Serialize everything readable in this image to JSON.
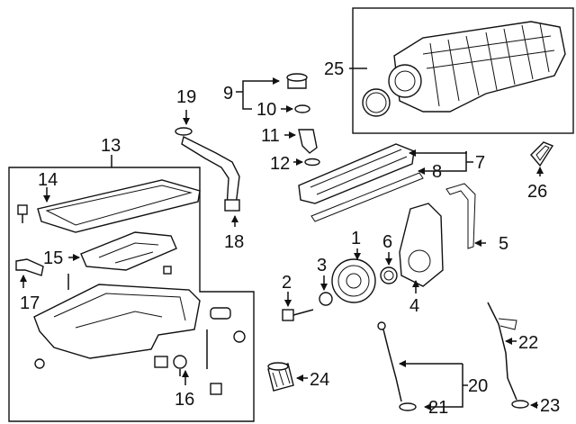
{
  "callouts": {
    "c1": "1",
    "c2": "2",
    "c3": "3",
    "c4": "4",
    "c5": "5",
    "c6": "6",
    "c7": "7",
    "c8": "8",
    "c9": "9",
    "c10": "10",
    "c11": "11",
    "c12": "12",
    "c13": "13",
    "c14": "14",
    "c15": "15",
    "c16": "16",
    "c17": "17",
    "c18": "18",
    "c19": "19",
    "c20": "20",
    "c21": "21",
    "c22": "22",
    "c23": "23",
    "c24": "24",
    "c25": "25",
    "c26": "26"
  },
  "colors": {
    "ink": "#111111",
    "background": "#ffffff"
  }
}
